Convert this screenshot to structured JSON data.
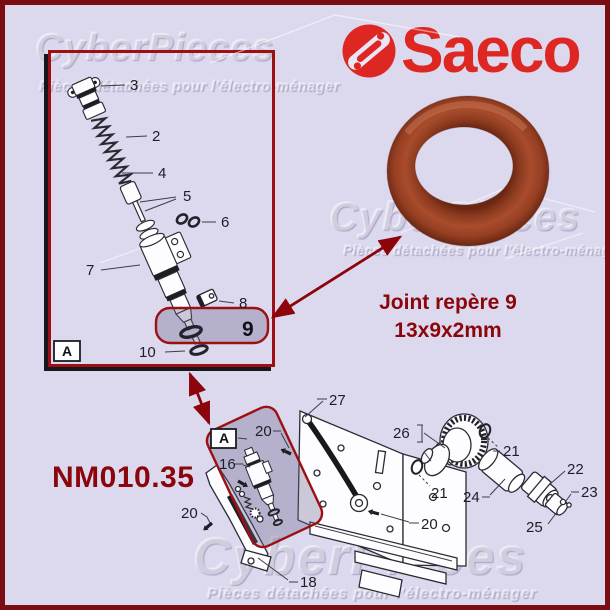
{
  "brand": {
    "wordmark": "Saeco",
    "logo_color": "#de2722"
  },
  "watermark": {
    "title": "CyberPieces",
    "subtitle": "Pièces détachées pour l'électro-ménager"
  },
  "product": {
    "caption_title": "Joint repère 9",
    "caption_size": "13x9x2mm",
    "part_code": "NM010.35",
    "accent_color": "#8a060c",
    "oring_color": "#a04527",
    "background_color": "#dcd9ee",
    "border_color": "#7a0d12"
  },
  "diagram_upper": {
    "frame_label": "A",
    "callouts": {
      "c3": "3",
      "c2": "2",
      "c4": "4",
      "c5": "5",
      "c6": "6",
      "c7": "7",
      "c8": "8",
      "c9": "9",
      "c10": "10"
    }
  },
  "diagram_lower": {
    "frame_label": "A",
    "callouts": {
      "c27": "27",
      "c26": "26",
      "c21a": "21",
      "c21b": "21",
      "c24": "24",
      "c22": "22",
      "c23": "23",
      "c25": "25",
      "c20a": "20",
      "c20b": "20",
      "c20c": "20",
      "c16": "16",
      "c18": "18"
    }
  }
}
